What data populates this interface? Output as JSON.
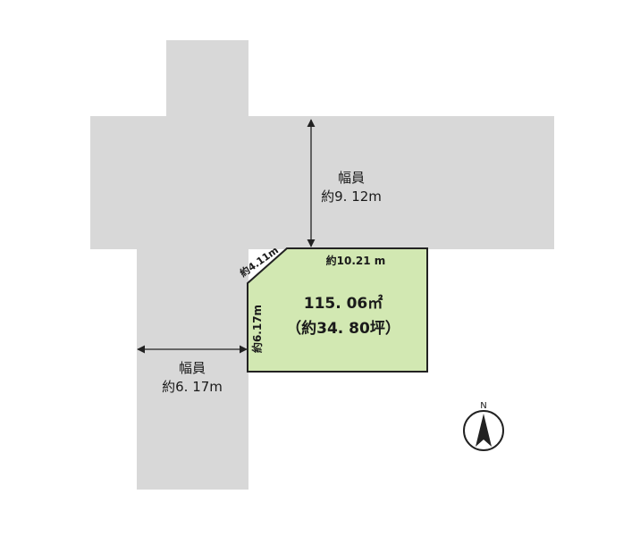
{
  "roads": {
    "north": {
      "label": "幅員",
      "width": "約9. 12m"
    },
    "west": {
      "label": "幅員",
      "width": "約6. 17m"
    }
  },
  "lot": {
    "area_sqm": "115. 06㎡",
    "area_tsubo": "（約34. 80坪）",
    "edge_top": "約10.21 m",
    "edge_corner": "約4.11m",
    "edge_left": "約6.17m"
  },
  "compass": {
    "label": "N"
  },
  "colors": {
    "road": "#d8d8d8",
    "lot_fill": "#d2e8b2",
    "outline": "#222222"
  }
}
